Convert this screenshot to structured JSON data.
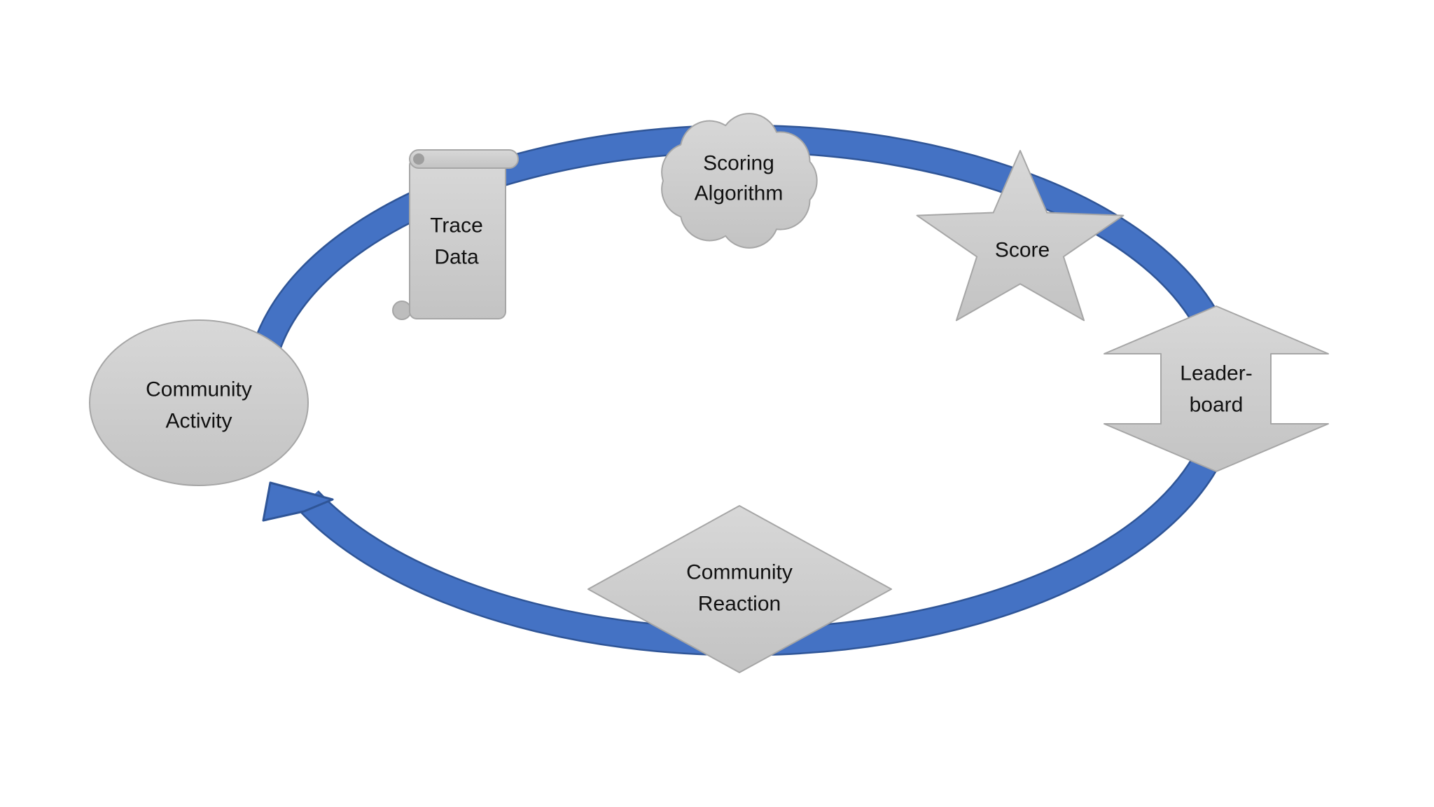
{
  "diagram": {
    "type": "cycle-diagram",
    "background": "#ffffff",
    "text_color": "#111111",
    "shape_style": {
      "fill_top": "#d8d8d8",
      "fill_bottom": "#c3c3c3",
      "border": "#a6a6a6",
      "scroll_curl": "#bdbdbd",
      "scroll_curl_hole": "#9e9e9e"
    },
    "cycle": {
      "shape": "elliptical-arrow",
      "direction": "clockwise",
      "color": "#4472c4",
      "outline_color": "#2f5597"
    },
    "nodes": [
      {
        "id": "community-activity",
        "shape": "ellipse",
        "lines": [
          "Community",
          "Activity"
        ]
      },
      {
        "id": "trace-data",
        "shape": "vertical-scroll",
        "lines": [
          "Trace",
          "Data"
        ]
      },
      {
        "id": "scoring-algorithm",
        "shape": "cloud",
        "lines": [
          "Scoring",
          "Algorithm"
        ]
      },
      {
        "id": "score",
        "shape": "star",
        "lines": [
          "Score"
        ]
      },
      {
        "id": "leaderboard",
        "shape": "up-down-arrow",
        "lines": [
          "Leader-",
          "board"
        ]
      },
      {
        "id": "community-reaction",
        "shape": "diamond",
        "lines": [
          "Community",
          "Reaction"
        ]
      }
    ]
  }
}
